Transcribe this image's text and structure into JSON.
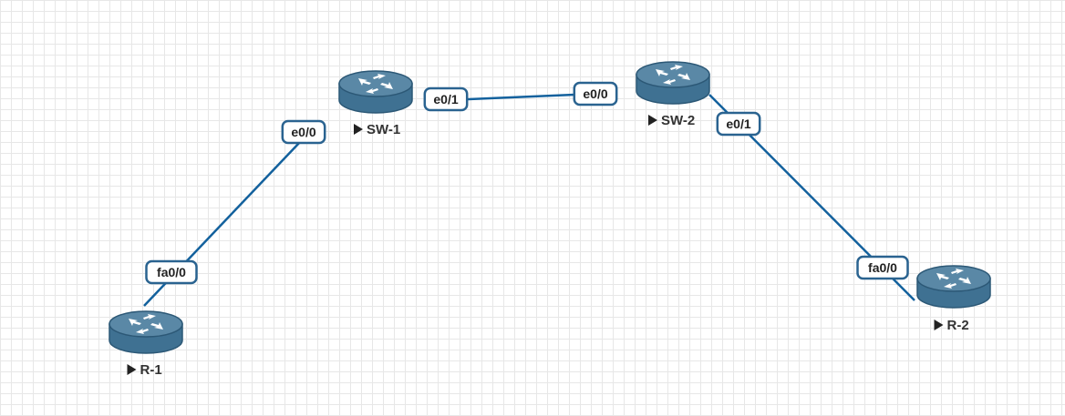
{
  "colors": {
    "link": "#13619d",
    "router_body": "#3f7192",
    "router_top": "#5a88a6",
    "router_dark": "#2c5876",
    "label_border": "#2a6390",
    "label_fill": "#ffffff",
    "grid": "#e7e7e7"
  },
  "nodes": [
    {
      "id": "R-1",
      "label": "R-1",
      "type": "router",
      "icon": "router-icon",
      "start_icon": "play-icon"
    },
    {
      "id": "SW-1",
      "label": "SW-1",
      "type": "router",
      "icon": "router-icon",
      "start_icon": "play-icon"
    },
    {
      "id": "SW-2",
      "label": "SW-2",
      "type": "router",
      "icon": "router-icon",
      "start_icon": "play-icon"
    },
    {
      "id": "R-2",
      "label": "R-2",
      "type": "router",
      "icon": "router-icon",
      "start_icon": "play-icon"
    }
  ],
  "links": [
    {
      "from": "R-1",
      "to": "SW-1",
      "from_iface": "fa0/0",
      "to_iface": "e0/0"
    },
    {
      "from": "SW-1",
      "to": "SW-2",
      "from_iface": "e0/1",
      "to_iface": "e0/0"
    },
    {
      "from": "SW-2",
      "to": "R-2",
      "from_iface": "e0/1",
      "to_iface": "fa0/0"
    }
  ]
}
